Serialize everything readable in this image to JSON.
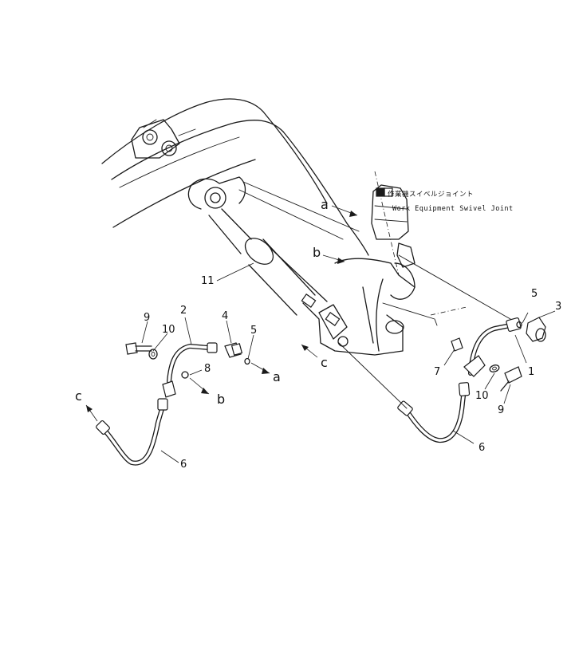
{
  "callouts": {
    "n1": "1",
    "n2": "2",
    "n3": "3",
    "n4": "4",
    "n5a": "5",
    "n5b": "5",
    "n6a": "6",
    "n6b": "6",
    "n7": "7",
    "n8": "8",
    "n9a": "9",
    "n9b": "9",
    "n10a": "10",
    "n10b": "10",
    "n11": "11"
  },
  "connection_letters": {
    "a_top": "a",
    "b_top": "b",
    "c_top": "c",
    "a_bottom": "a",
    "b_bottom": "b",
    "c_bottom": "c"
  },
  "swivel_joint": {
    "japanese": "作業機スイベルジョイント",
    "english": "Work Equipment Swivel Joint"
  }
}
